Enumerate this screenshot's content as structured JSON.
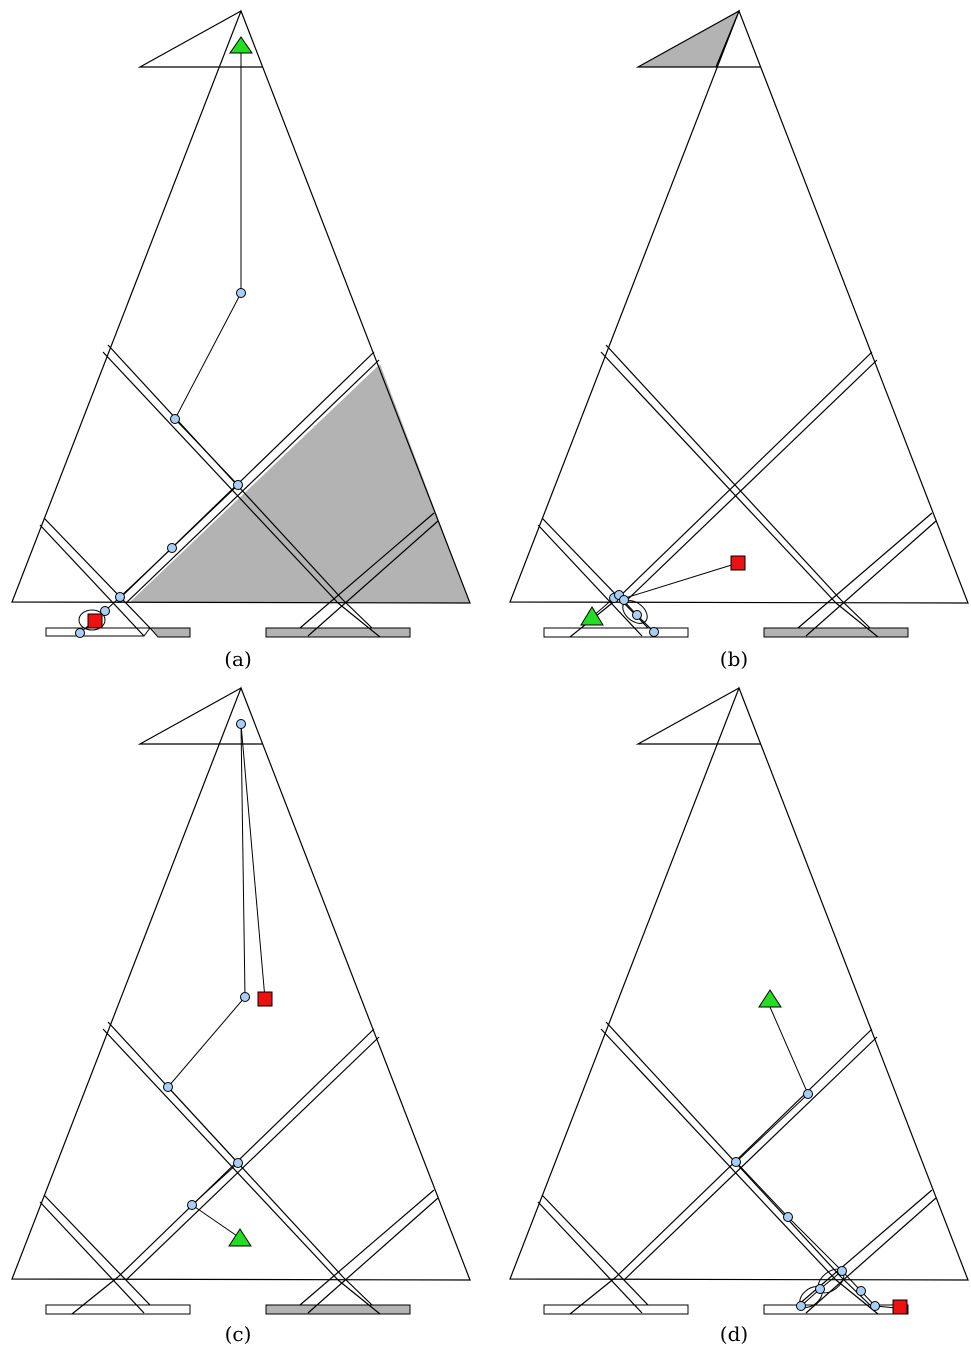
{
  "panels": [
    {
      "id": "a",
      "caption": "(a)",
      "top_triangle_shaded": false,
      "lower_right_shaded": true,
      "right_strip_shaded": true,
      "left_strip_shaded": "right-half",
      "goal_triangle": "top",
      "square": "bottom-left"
    },
    {
      "id": "b",
      "caption": "(b)",
      "top_triangle_shaded": true,
      "lower_right_shaded": false,
      "right_strip_shaded": true,
      "left_strip_shaded": "none",
      "goal_triangle": "bottom-left",
      "square": "middle"
    },
    {
      "id": "c",
      "caption": "(c)",
      "top_triangle_shaded": false,
      "lower_right_shaded": false,
      "right_strip_shaded": true,
      "left_strip_shaded": "none",
      "goal_triangle": "lower-middle",
      "square": "upper-middle"
    },
    {
      "id": "d",
      "caption": "(d)",
      "top_triangle_shaded": false,
      "lower_right_shaded": false,
      "right_strip_shaded": "none",
      "left_strip_shaded": "none",
      "goal_triangle": "middle",
      "square": "bottom-right"
    }
  ],
  "colors": {
    "shade": "#b3b3b3",
    "node_fill": "#a8cef5",
    "goal_triangle": "#22dd22",
    "square": "#ee1111",
    "stroke": "#000000"
  }
}
